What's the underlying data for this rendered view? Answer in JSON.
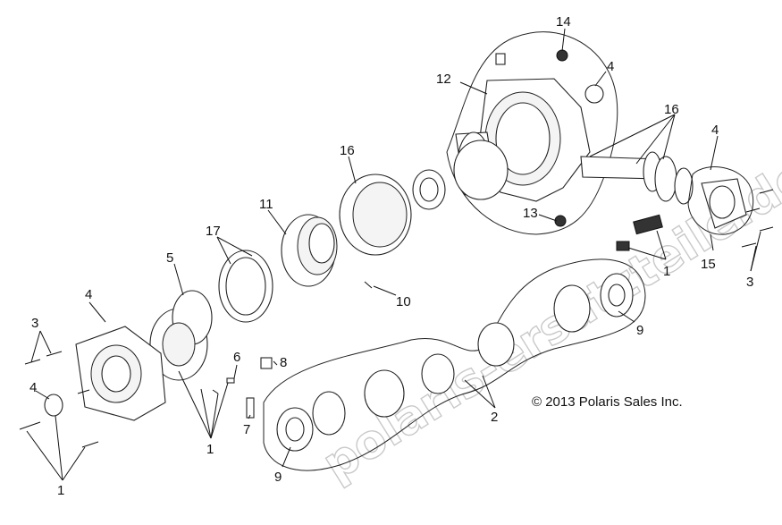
{
  "copyright": "© 2013 Polaris Sales Inc.",
  "watermark": "polaris-ersatzteile.de",
  "callouts": [
    {
      "id": "c14a",
      "label": "14"
    },
    {
      "id": "c4a",
      "label": "4"
    },
    {
      "id": "c12",
      "label": "12"
    },
    {
      "id": "c16a",
      "label": "16"
    },
    {
      "id": "c4b",
      "label": "4"
    },
    {
      "id": "c16b",
      "label": "16"
    },
    {
      "id": "c11",
      "label": "11"
    },
    {
      "id": "c17",
      "label": "17"
    },
    {
      "id": "c13",
      "label": "13"
    },
    {
      "id": "c5",
      "label": "5"
    },
    {
      "id": "c1a",
      "label": "1"
    },
    {
      "id": "c15",
      "label": "15"
    },
    {
      "id": "c3a",
      "label": "3"
    },
    {
      "id": "c10",
      "label": "10"
    },
    {
      "id": "c4c",
      "label": "4"
    },
    {
      "id": "c9a",
      "label": "9"
    },
    {
      "id": "c3b",
      "label": "3"
    },
    {
      "id": "c6",
      "label": "6"
    },
    {
      "id": "c8",
      "label": "8"
    },
    {
      "id": "c4d",
      "label": "4"
    },
    {
      "id": "c2",
      "label": "2"
    },
    {
      "id": "c7",
      "label": "7"
    },
    {
      "id": "c1b",
      "label": "1"
    },
    {
      "id": "c9b",
      "label": "9"
    },
    {
      "id": "c1c",
      "label": "1"
    }
  ]
}
